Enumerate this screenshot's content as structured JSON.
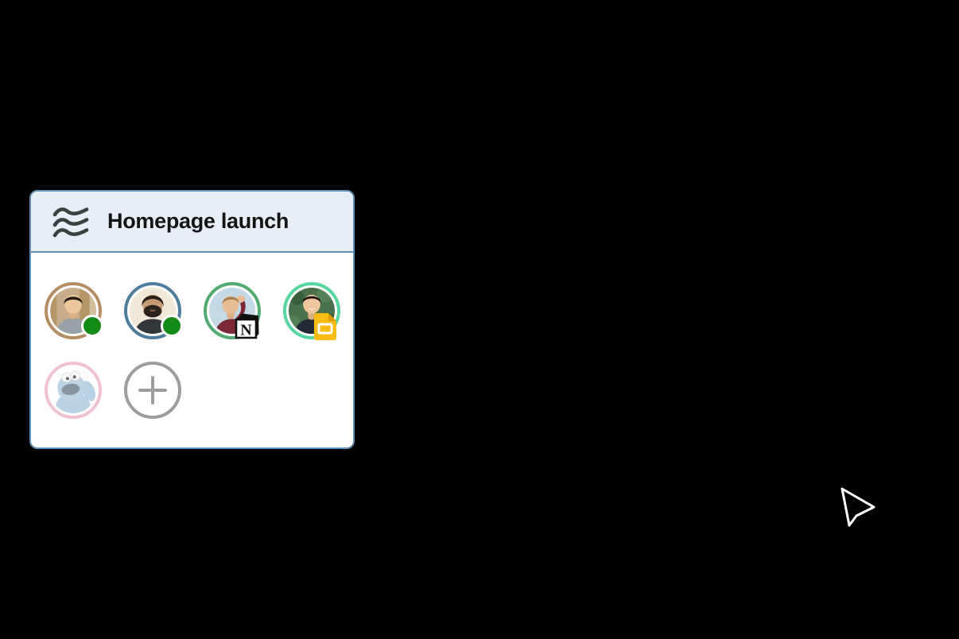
{
  "page": {
    "background_color": "#000000"
  },
  "card": {
    "title": "Homepage launch",
    "header_icon": "waves-icon",
    "colors": {
      "border": "#6091b5",
      "header_bg": "#e7eef6",
      "body_bg": "#ffffff",
      "title_text": "#141414",
      "wave_icon": "#3a4140",
      "online_dot": "#128a16",
      "add_button": "#9d9d9d"
    },
    "members": [
      {
        "id": "member-1",
        "avatar": "man-gray-shirt-building",
        "ring_color": "#b48e62",
        "badge": "online-dot",
        "status_color": "#128a16"
      },
      {
        "id": "member-2",
        "avatar": "bearded-man",
        "ring_color": "#4e7d9c",
        "badge": "online-dot",
        "status_color": "#128a16"
      },
      {
        "id": "member-3",
        "avatar": "man-red-shirt-hand-on-head",
        "ring_color": "#52ab71",
        "badge": "notion-app"
      },
      {
        "id": "member-4",
        "avatar": "smiling-man-foliage",
        "ring_color": "#55d69e",
        "badge": "google-slides-app"
      },
      {
        "id": "member-5",
        "avatar": "cookie-monster",
        "ring_color": "#eec1d4",
        "badge": "none"
      }
    ],
    "add_button": {
      "icon": "plus-icon"
    },
    "badges": {
      "notion_letter": "N",
      "slides_color": "#f8bc15",
      "slides_fold_color": "#de9b07"
    }
  },
  "cursor": {
    "icon": "mouse-pointer-icon",
    "style": "white-outline-arrow"
  }
}
